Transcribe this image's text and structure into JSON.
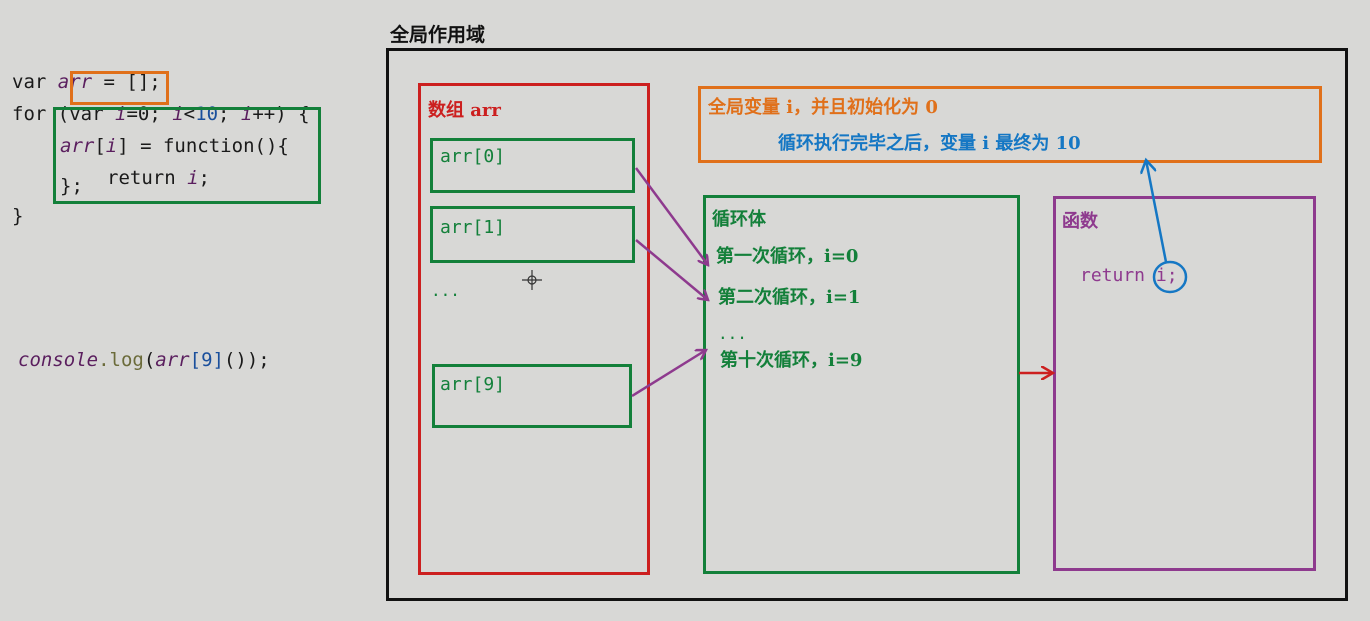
{
  "code": {
    "line1": {
      "var": "var ",
      "arr": "arr",
      "rest": " = [];"
    },
    "line2": {
      "for": "for ",
      "paren": "(",
      "var": "var ",
      "i": "i",
      "eq0": "=0",
      "semi": "; ",
      "i2": "i",
      "lt": "<",
      "ten": "10",
      "semi2": "; ",
      "i3": "i",
      "inc": "++) {"
    },
    "line3": {
      "arr": "arr",
      "bracket_open": "[",
      "i": "i",
      "rest": "] = function(){"
    },
    "line4": {
      "return": "return ",
      "i": "i",
      "semi": ";"
    },
    "line5": "};",
    "line6": "}",
    "console": {
      "obj": "console",
      "dot_log": ".log",
      "paren": "(",
      "arr": "arr",
      "idx": "[9]",
      "tail": "());"
    }
  },
  "diagram": {
    "scope_title": "全局作用域",
    "array_title": "数组 arr",
    "array_items": [
      "arr[0]",
      "arr[1]",
      "...",
      "arr[9]"
    ],
    "global_var_line1": "全局变量 i，并且初始化为 0",
    "global_var_line2": "循环执行完毕之后，变量 i 最终为 10",
    "loop_title": "循环体",
    "loop_items": [
      "第一次循环，i=0",
      "第二次循环，i=1",
      "...",
      "第十次循环，i=9"
    ],
    "func_title": "函数",
    "func_return": "return i;"
  },
  "colors": {
    "background": "#d8d8d6",
    "scope_border": "#111111",
    "array_red": "#cc1f1f",
    "green": "#13803a",
    "orange": "#e0701a",
    "purple": "#8e3a8e",
    "blue": "#1577c4"
  }
}
